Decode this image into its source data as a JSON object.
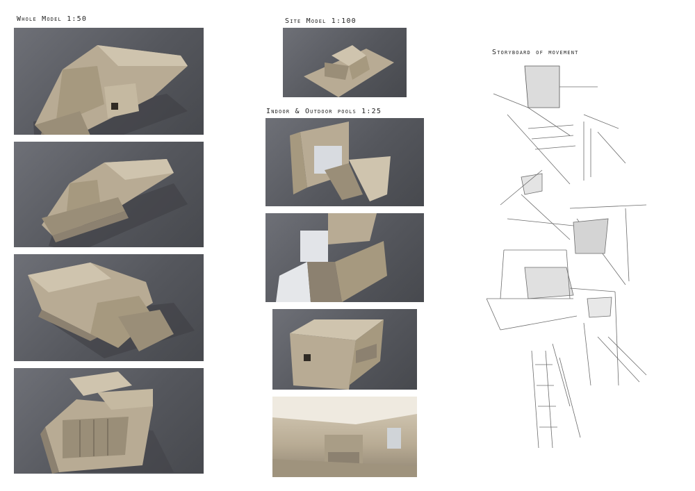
{
  "labels": {
    "whole_model": "Whole Model 1:50",
    "site_model": "Site Model 1:100",
    "pools": "Indoor & Outdoor pools 1:25",
    "storyboard": "Storyboard of movement"
  },
  "colors": {
    "background": "#ffffff",
    "board": "#b8ab94",
    "board_shadow": "#8c8170",
    "board_light": "#cfc4ae",
    "table": "#5a5c62",
    "pencil": "#6b6b6b"
  }
}
